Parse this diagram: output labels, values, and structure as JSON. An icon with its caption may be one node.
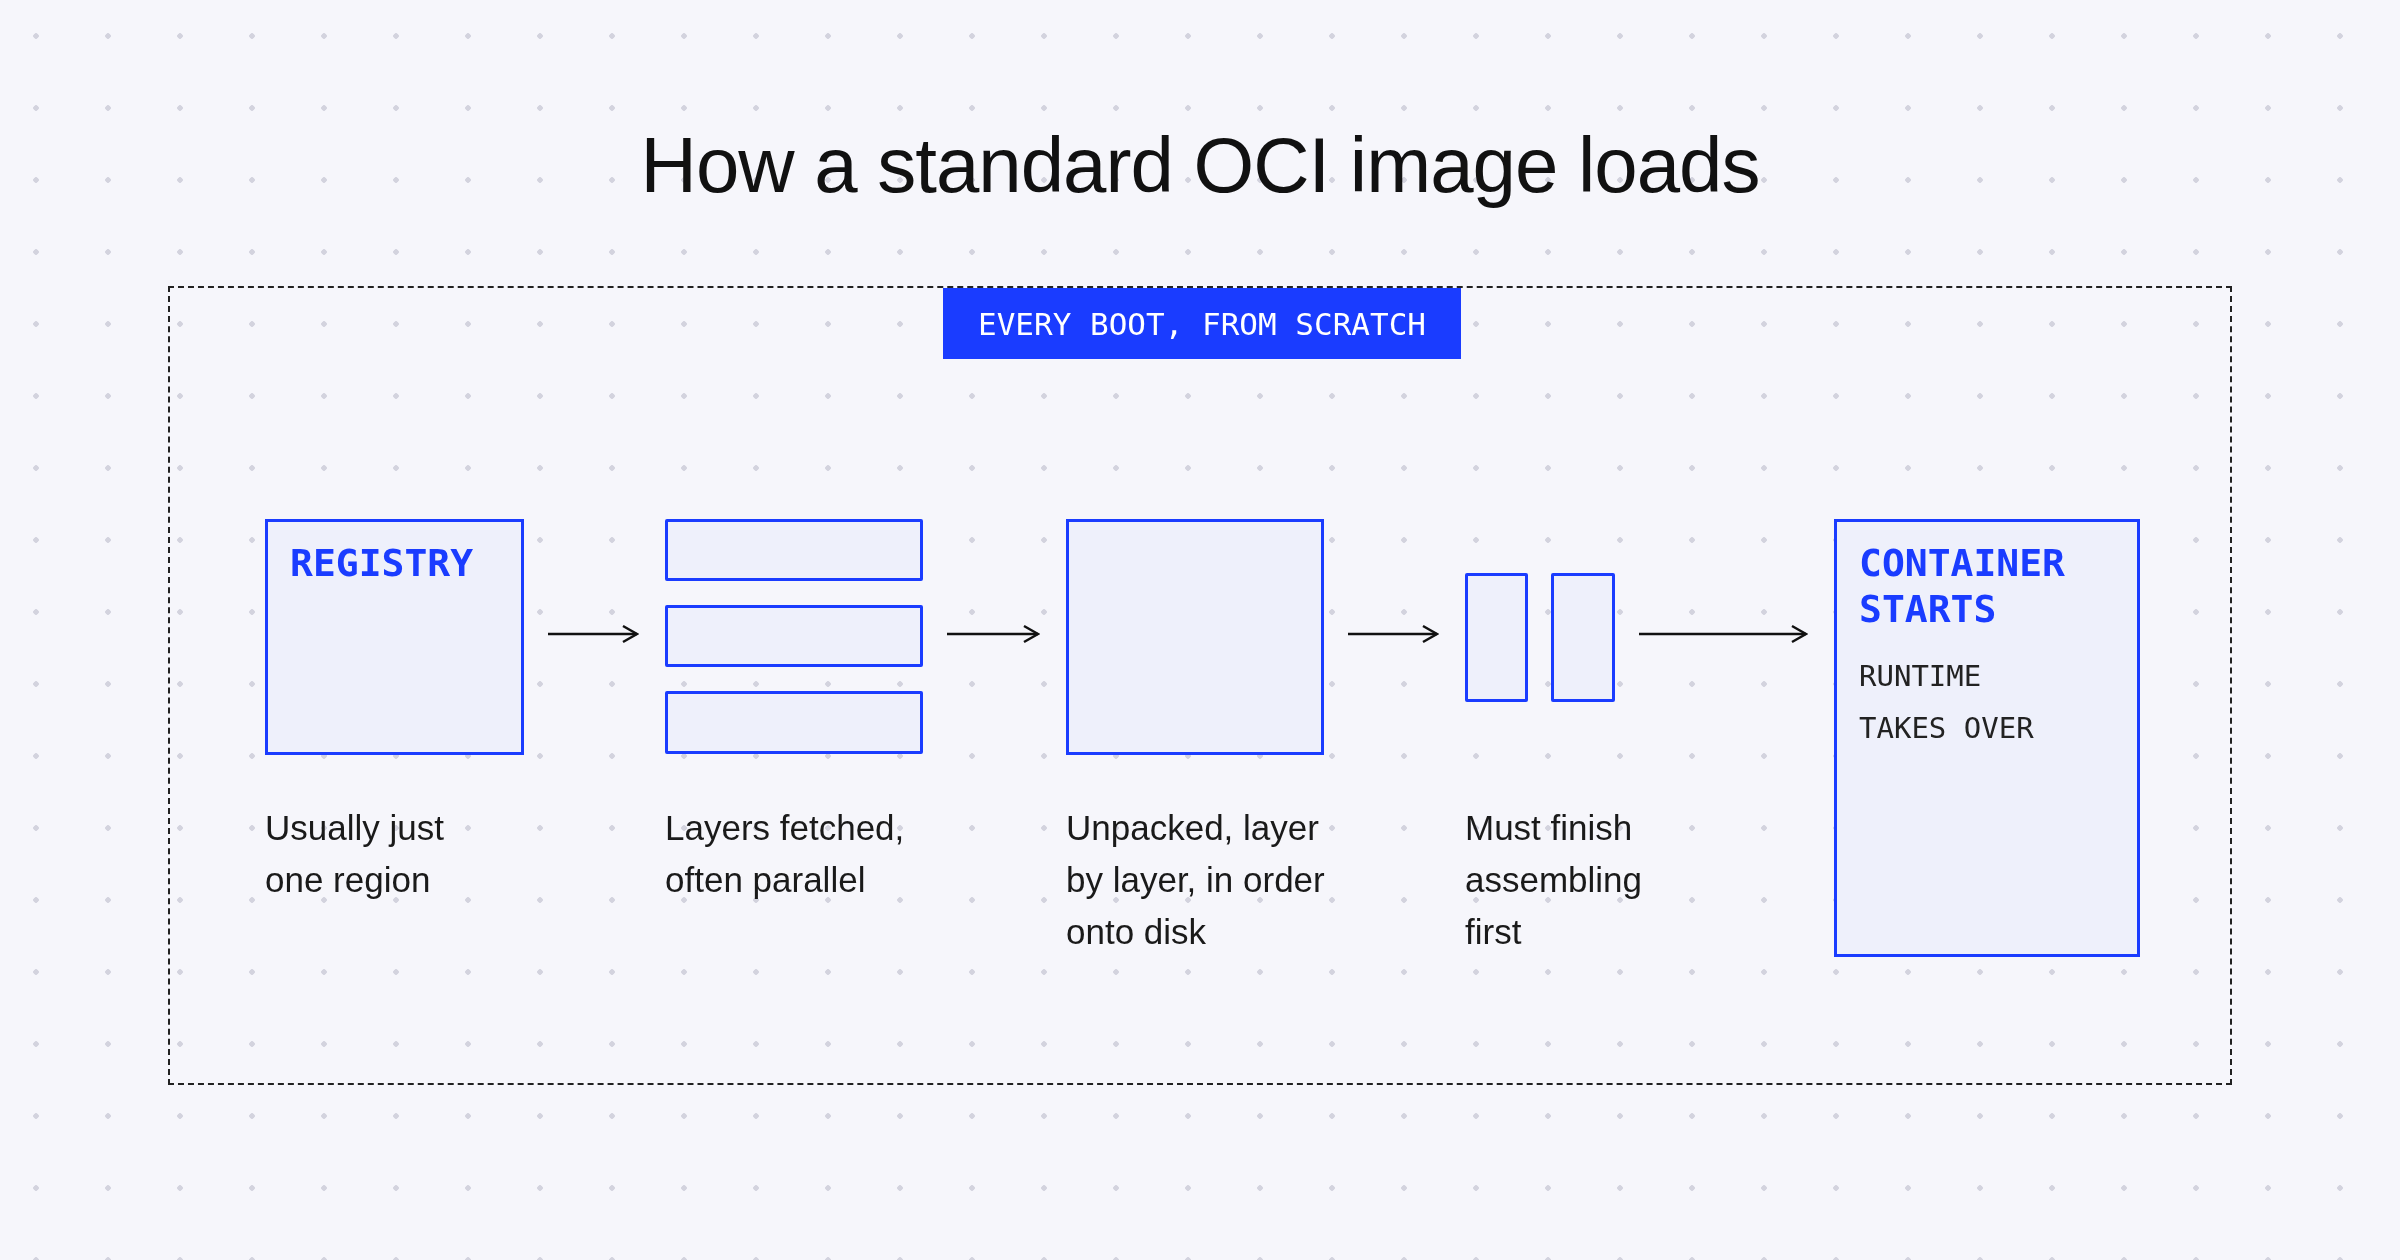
{
  "diagram": {
    "title": "How a standard OCI image loads",
    "nodes": [
      {
        "text": [],
        "shape": "box"
      },
      {
        "text": [
          "EVERY BOOT, FROM SCRATCH"
        ],
        "in": 0
      },
      {
        "text": [
          "REGISTRY"
        ],
        "beside": [
          "Usually just one region"
        ],
        "in": 0
      },
      {
        "text": [],
        "shape": "bar",
        "in": 0
      },
      {
        "text": [],
        "shape": "bar",
        "in": 0
      },
      {
        "text": [],
        "shape": "bar",
        "in": 0,
        "beside": [
          "Layers fetched, often parallel"
        ]
      },
      {
        "text": [],
        "shape": "box",
        "in": 0,
        "beside": [
          "Unpacked, layer by layer, in order onto disk"
        ]
      },
      {
        "text": [],
        "shape": "bar",
        "in": 0,
        "beside": [
          "Must finish assembling first"
        ]
      },
      {
        "text": [],
        "shape": "bar",
        "in": 0
      },
      {
        "text": [
          "CONTAINER STARTS",
          "RUNTIME TAKES OVER"
        ],
        "in": 0
      }
    ],
    "edges": [
      {
        "from": 2,
        "to": 4,
        "arrow": "to"
      },
      {
        "from": 4,
        "to": 6,
        "arrow": "to"
      },
      {
        "from": 6,
        "to": 7,
        "arrow": "to"
      },
      {
        "from": 8,
        "to": 9,
        "arrow": "to"
      }
    ]
  }
}
